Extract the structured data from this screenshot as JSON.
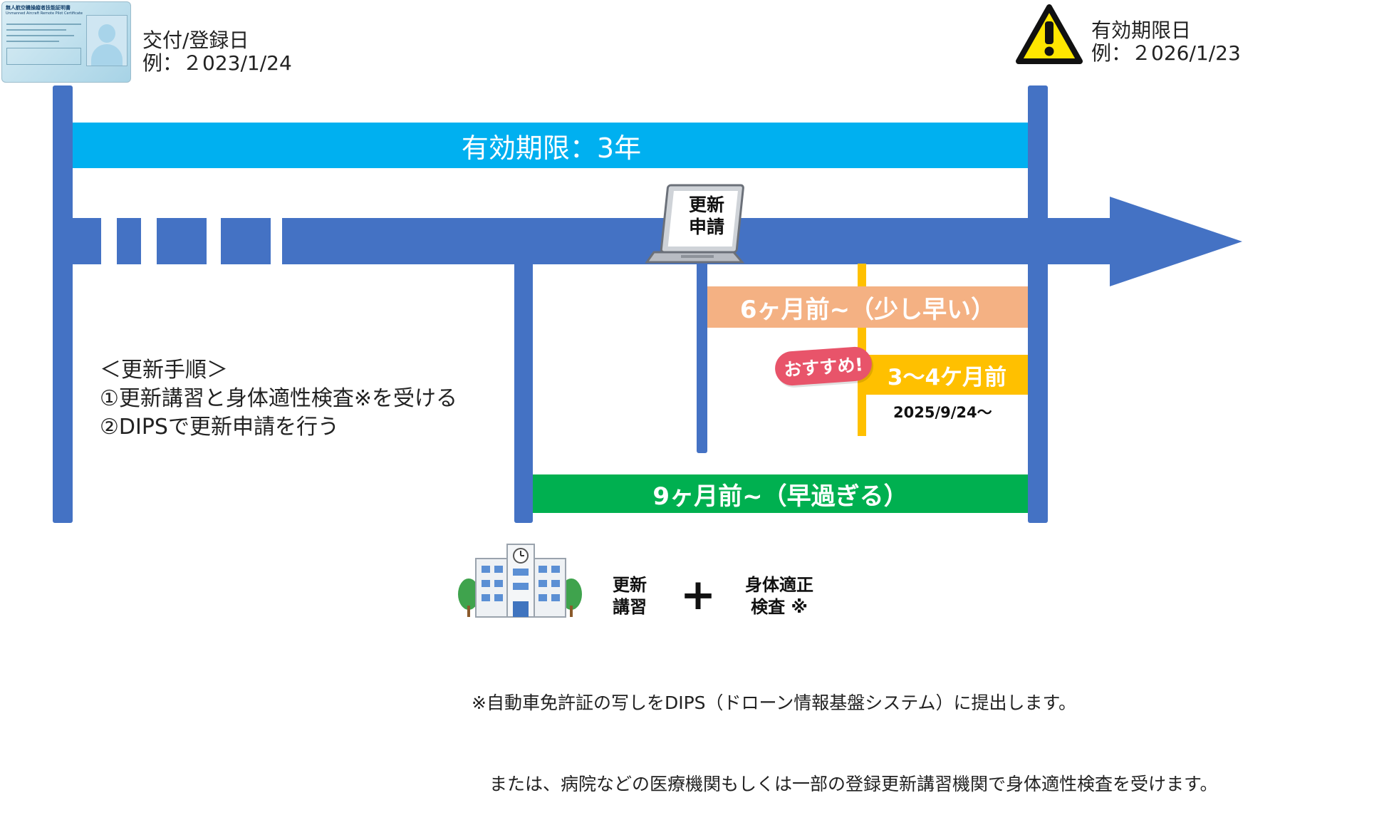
{
  "license_card": {
    "title": "無人航空機操縦者技能証明書",
    "subtitle": "Unmanned Aircraft Remote Pilot Certificate"
  },
  "issue": {
    "label": "交付/登録日",
    "example": "例：２023/1/24"
  },
  "expiry": {
    "label": "有効期限日",
    "example": "例：２026/1/23"
  },
  "validity_band": {
    "label": "有効期限：3年"
  },
  "laptop": {
    "line1": "更新",
    "line2": "申請"
  },
  "bands": {
    "six_months": "6ヶ月前~（少し早い）",
    "recommended_badge": "おすすめ!",
    "three_four_months": "3～4ケ月前",
    "three_four_date": "2025/9/24〜",
    "nine_months": "9ヶ月前~（早過ぎる）"
  },
  "procedure": {
    "heading": "＜更新手順＞",
    "step1": "①更新講習と身体適性検査※を受ける",
    "step2": "②DIPSで更新申請を行う"
  },
  "requirements": {
    "course_line1": "更新",
    "course_line2": "講習",
    "plus": "+",
    "check_line1": "身体適正",
    "check_line2": "検査 ※"
  },
  "notes": {
    "line1": "※自動車免許証の写しをDIPS（ドローン情報基盤システム）に提出します。",
    "line2": "　または、病院などの医療機関もしくは一部の登録更新講習機関で身体適性検査を受けます。"
  },
  "colors": {
    "timeline_blue": "#4472C4",
    "validity_cyan": "#00B0F0",
    "six_months_peach": "#F4B183",
    "three_four_yellow": "#FFC000",
    "nine_months_green": "#00B050",
    "badge_pink": "#E8546A",
    "warning_yellow": "#FFE600"
  }
}
